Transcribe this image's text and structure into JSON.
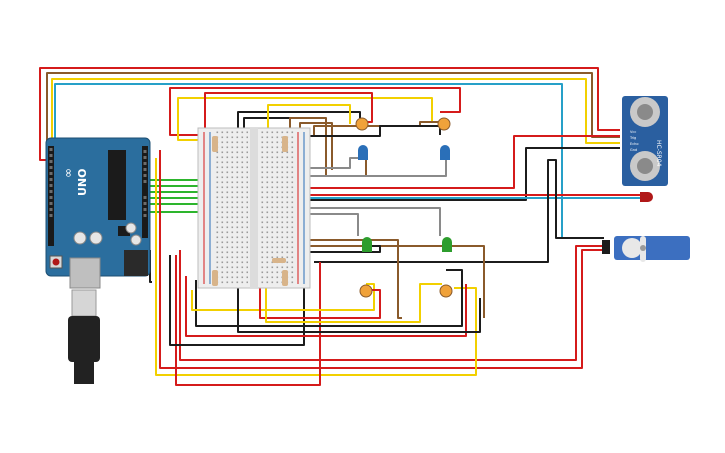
{
  "arduino": {
    "brand_label": "UNO",
    "brand_mark": "∞",
    "colors": {
      "board": "#2b6e9e",
      "board_dark": "#1d4f73",
      "header": "#1a1a1a",
      "chip": "#1b1b1b",
      "usb": "#bfbfbf",
      "jack": "#2a2a2a"
    }
  },
  "ultrasonic": {
    "label": "HC-SR04",
    "pins": [
      "Vcc",
      "Trig",
      "Echo",
      "Gnd"
    ],
    "colors": {
      "board": "#2a5fa0",
      "eye_outer": "#c9c9c9",
      "eye_inner": "#8a8a8a"
    }
  },
  "servo": {
    "colors": {
      "body": "#3c6fc0",
      "horn": "#e8e8e8"
    }
  },
  "wire_colors": {
    "red": "#d51b1b",
    "black": "#1c1c1c",
    "yellow": "#f2d000",
    "brown": "#8a5a2b",
    "cyan": "#26a0c8",
    "green": "#2db52d",
    "gray": "#8a8a8a",
    "orange": "#c9763a"
  },
  "components": {
    "ldr_color": "#f0a23a",
    "led_blue": "#2a6fb8",
    "led_green": "#2d9d2d",
    "led_red": "#b01818",
    "resistor_color": "#d8b48a",
    "breadboard_color": "#eeeeee"
  }
}
